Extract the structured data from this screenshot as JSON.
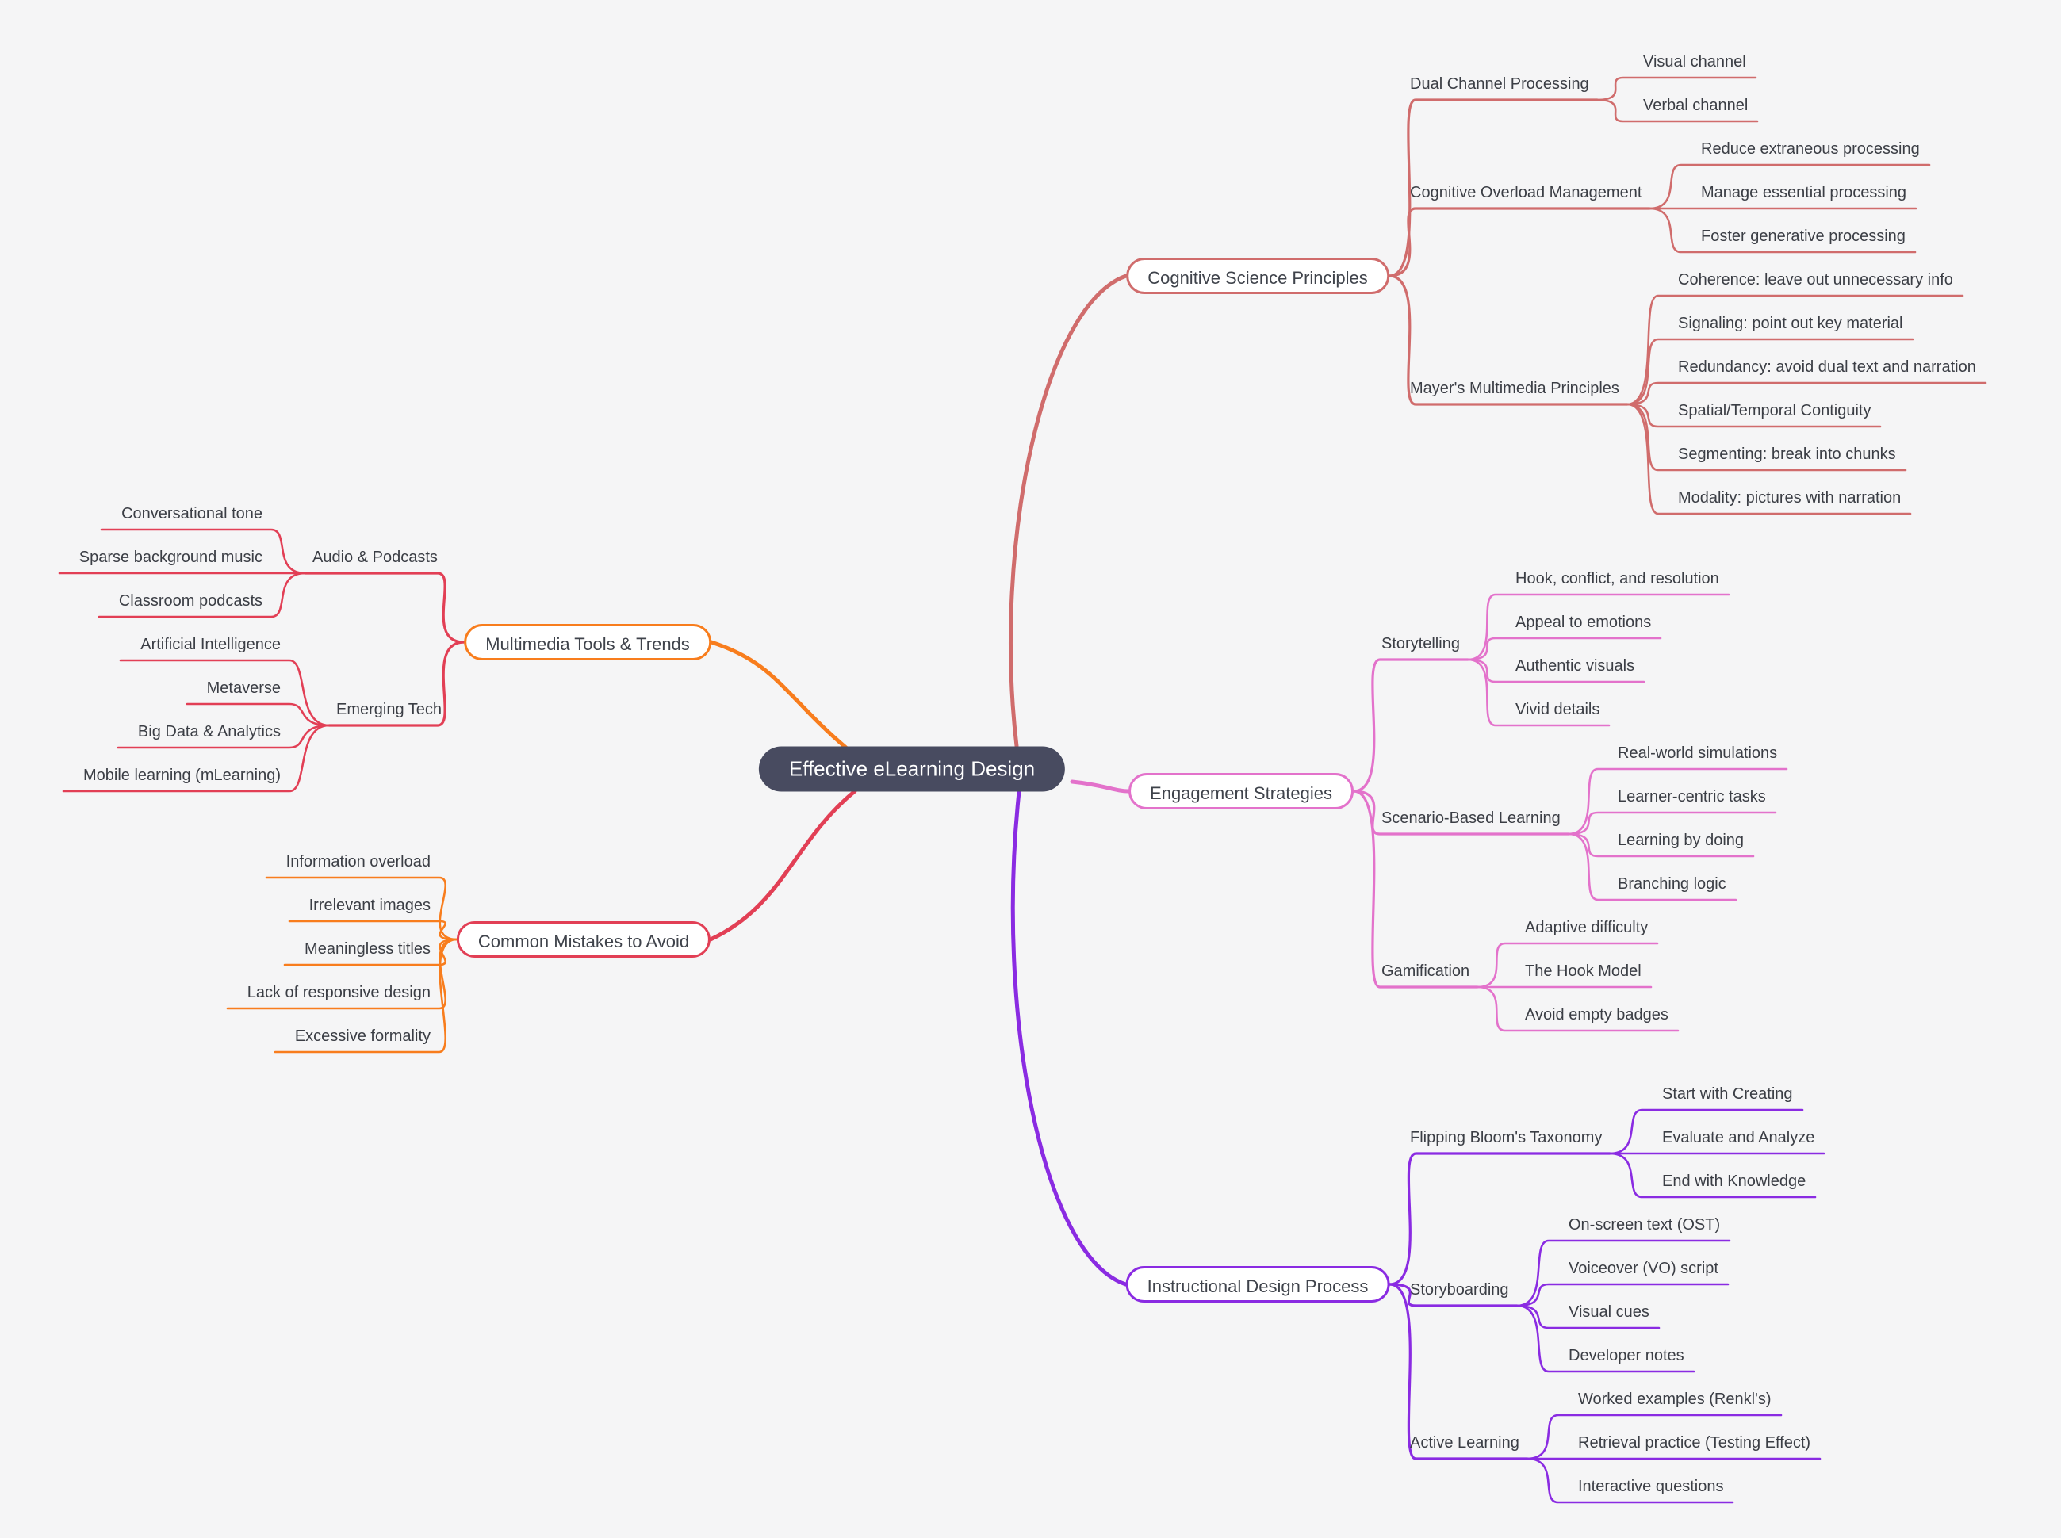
{
  "root": {
    "label": "Effective eLearning Design"
  },
  "palette": {
    "salmon": "#d06c6c",
    "pink": "#e372cb",
    "purple": "#8a2be2",
    "orange": "#f87d1d",
    "crimson": "#e23f55",
    "center_bg": "#484b60",
    "center_text": "#ffffff",
    "text": "#3b3e45",
    "background": "#f5f5f6"
  },
  "branches": [
    {
      "label": "Cognitive Science Principles",
      "color": "salmon",
      "child_color": "salmon",
      "children": [
        {
          "label": "Dual Channel Processing",
          "children": [
            {
              "label": "Visual channel"
            },
            {
              "label": "Verbal channel"
            }
          ]
        },
        {
          "label": "Cognitive Overload Management",
          "children": [
            {
              "label": "Reduce extraneous processing"
            },
            {
              "label": "Manage essential processing"
            },
            {
              "label": "Foster generative processing"
            }
          ]
        },
        {
          "label": "Mayer's Multimedia Principles",
          "children": [
            {
              "label": "Coherence: leave out unnecessary info"
            },
            {
              "label": "Signaling: point out key material"
            },
            {
              "label": "Redundancy: avoid dual text and narration"
            },
            {
              "label": "Spatial/Temporal Contiguity"
            },
            {
              "label": "Segmenting: break into chunks"
            },
            {
              "label": "Modality: pictures with narration"
            }
          ]
        }
      ]
    },
    {
      "label": "Engagement Strategies",
      "color": "pink",
      "child_color": "pink",
      "children": [
        {
          "label": "Storytelling",
          "children": [
            {
              "label": "Hook, conflict, and resolution"
            },
            {
              "label": "Appeal to emotions"
            },
            {
              "label": "Authentic visuals"
            },
            {
              "label": "Vivid details"
            }
          ]
        },
        {
          "label": "Scenario-Based Learning",
          "children": [
            {
              "label": "Real-world simulations"
            },
            {
              "label": "Learner-centric tasks"
            },
            {
              "label": "Learning by doing"
            },
            {
              "label": "Branching logic"
            }
          ]
        },
        {
          "label": "Gamification",
          "children": [
            {
              "label": "Adaptive difficulty"
            },
            {
              "label": "The Hook Model"
            },
            {
              "label": "Avoid empty badges"
            }
          ]
        }
      ]
    },
    {
      "label": "Instructional Design Process",
      "color": "purple",
      "child_color": "purple",
      "children": [
        {
          "label": "Flipping Bloom's Taxonomy",
          "children": [
            {
              "label": "Start with Creating"
            },
            {
              "label": "Evaluate and Analyze"
            },
            {
              "label": "End with Knowledge"
            }
          ]
        },
        {
          "label": "Storyboarding",
          "children": [
            {
              "label": "On-screen text (OST)"
            },
            {
              "label": "Voiceover (VO) script"
            },
            {
              "label": "Visual cues"
            },
            {
              "label": "Developer notes"
            }
          ]
        },
        {
          "label": "Active Learning",
          "children": [
            {
              "label": "Worked examples (Renkl's)"
            },
            {
              "label": "Retrieval practice (Testing Effect)"
            },
            {
              "label": "Interactive questions"
            }
          ]
        }
      ]
    },
    {
      "label": "Multimedia Tools & Trends",
      "color": "orange",
      "child_color": "crimson",
      "children": [
        {
          "label": "Audio & Podcasts",
          "children": [
            {
              "label": "Conversational tone"
            },
            {
              "label": "Sparse background music"
            },
            {
              "label": "Classroom podcasts"
            }
          ]
        },
        {
          "label": "Emerging Tech",
          "children": [
            {
              "label": "Artificial Intelligence"
            },
            {
              "label": "Metaverse"
            },
            {
              "label": "Big Data & Analytics"
            },
            {
              "label": "Mobile learning (mLearning)"
            }
          ]
        }
      ]
    },
    {
      "label": "Common Mistakes to Avoid",
      "color": "crimson",
      "child_color": "orange",
      "children": [
        {
          "label": "Information overload"
        },
        {
          "label": "Irrelevant images"
        },
        {
          "label": "Meaningless titles"
        },
        {
          "label": "Lack of responsive design"
        },
        {
          "label": "Excessive formality"
        }
      ]
    }
  ]
}
